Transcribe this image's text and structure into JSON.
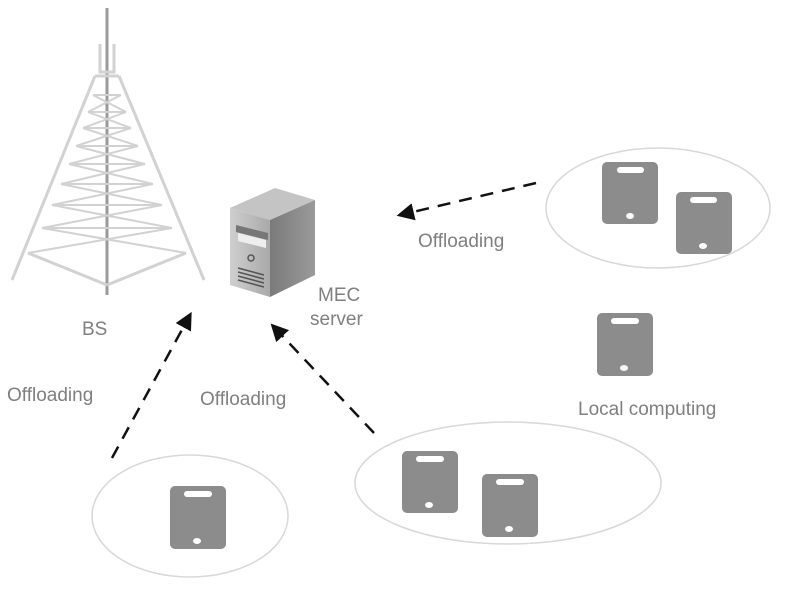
{
  "diagram": {
    "base_station": {
      "label": "BS"
    },
    "server": {
      "label_line1": "MEC",
      "label_line2": "server"
    },
    "edges": [
      {
        "from": "device-cluster-top-right",
        "to": "mec-server",
        "label": "Offloading"
      },
      {
        "from": "device-cluster-bottom-left",
        "to": "base-station",
        "label": "Offloading"
      },
      {
        "from": "device-cluster-bottom-middle",
        "to": "mec-server",
        "label": "Offloading"
      }
    ],
    "local": {
      "label": "Local computing"
    },
    "clusters": [
      {
        "name": "top-right",
        "device_count": 2
      },
      {
        "name": "bottom-left",
        "device_count": 1
      },
      {
        "name": "bottom-middle",
        "device_count": 2
      }
    ],
    "colors": {
      "device": "#8c8c8c",
      "tower": "#d0d0d0",
      "text": "#7f7f7f",
      "arrow": "#111111",
      "ellipse": "#d8d8d8"
    }
  }
}
